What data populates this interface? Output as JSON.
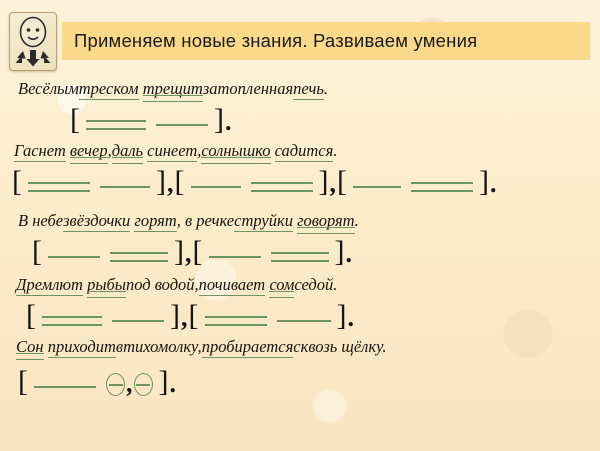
{
  "slide": {
    "background_color": "#fbeecd",
    "title_bar_color": "#fbd98a",
    "accent_line_color": "#6f9263"
  },
  "header": {
    "badge_icon": "face-with-down-arrows-icon",
    "title": "Применяем новые знания. Развиваем умения"
  },
  "exercises": [
    {
      "id": "ex1",
      "sentence_parts": [
        {
          "text": "Весёлым ",
          "underline": "none"
        },
        {
          "text": "треском",
          "underline": "single"
        },
        {
          "text": " ",
          "underline": "none"
        },
        {
          "text": "трещит",
          "underline": "double"
        },
        {
          "text": " затопленная ",
          "underline": "none"
        },
        {
          "text": "печь",
          "underline": "single"
        },
        {
          "text": " .",
          "underline": "none"
        }
      ],
      "scheme": {
        "clauses": [
          {
            "open": "[",
            "close": "]",
            "members": [
              "double",
              "single"
            ]
          }
        ],
        "separators": [],
        "terminal": "."
      }
    },
    {
      "id": "ex2",
      "sentence_parts": [
        {
          "text": "Гаснет",
          "underline": "single"
        },
        {
          "text": " ",
          "underline": "none"
        },
        {
          "text": "вечер",
          "underline": "double"
        },
        {
          "text": ", ",
          "underline": "none"
        },
        {
          "text": "даль",
          "underline": "double"
        },
        {
          "text": " ",
          "underline": "none"
        },
        {
          "text": "синеет",
          "underline": "single"
        },
        {
          "text": ", ",
          "underline": "none"
        },
        {
          "text": "солнышко",
          "underline": "double"
        },
        {
          "text": " ",
          "underline": "none"
        },
        {
          "text": "садится",
          "underline": "single"
        },
        {
          "text": ".",
          "underline": "none"
        }
      ],
      "scheme": {
        "clauses": [
          {
            "open": "[",
            "close": "]",
            "members": [
              "double",
              "single"
            ]
          },
          {
            "open": "[",
            "close": "]",
            "members": [
              "single",
              "double"
            ]
          },
          {
            "open": "[",
            "close": "]",
            "members": [
              "single",
              "double"
            ]
          }
        ],
        "separators": [
          ",",
          ","
        ],
        "terminal": "."
      }
    },
    {
      "id": "ex3",
      "sentence_parts": [
        {
          "text": "В небе ",
          "underline": "none"
        },
        {
          "text": "звёздочки",
          "underline": "single"
        },
        {
          "text": " ",
          "underline": "none"
        },
        {
          "text": "горят",
          "underline": "single"
        },
        {
          "text": ", в речке ",
          "underline": "none"
        },
        {
          "text": "струйки",
          "underline": "single"
        },
        {
          "text": " ",
          "underline": "none"
        },
        {
          "text": "говорят",
          "underline": "double"
        },
        {
          "text": ".",
          "underline": "none"
        }
      ],
      "scheme": {
        "clauses": [
          {
            "open": "[",
            "close": "]",
            "members": [
              "single",
              "double"
            ]
          },
          {
            "open": "[",
            "close": "]",
            "members": [
              "single",
              "double"
            ]
          }
        ],
        "separators": [
          ","
        ],
        "terminal": "."
      }
    },
    {
      "id": "ex4",
      "sentence_parts": [
        {
          "text": "Дремлют",
          "underline": "single"
        },
        {
          "text": " ",
          "underline": "none"
        },
        {
          "text": "рыбы",
          "underline": "double"
        },
        {
          "text": " под водой, ",
          "underline": "none"
        },
        {
          "text": "почивает",
          "underline": "single"
        },
        {
          "text": " ",
          "underline": "none"
        },
        {
          "text": "сом",
          "underline": "double"
        },
        {
          "text": " седой.",
          "underline": "none"
        }
      ],
      "scheme": {
        "clauses": [
          {
            "open": "[",
            "close": "]",
            "members": [
              "double",
              "single"
            ]
          },
          {
            "open": "[",
            "close": "]",
            "members": [
              "double",
              "single"
            ]
          }
        ],
        "separators": [
          ","
        ],
        "terminal": "."
      }
    },
    {
      "id": "ex5",
      "sentence_parts": [
        {
          "text": "Сон",
          "underline": "double"
        },
        {
          "text": " ",
          "underline": "none"
        },
        {
          "text": "приходит",
          "underline": "single"
        },
        {
          "text": " втихомолку, ",
          "underline": "none"
        },
        {
          "text": "пробирается",
          "underline": "single"
        },
        {
          "text": " сквозь щёлку.",
          "underline": "none"
        }
      ],
      "scheme": {
        "clauses": [
          {
            "open": "[",
            "close": "]",
            "members": [
              "single",
              "circle",
              "comma",
              "circle"
            ]
          }
        ],
        "separators": [],
        "terminal": "."
      }
    }
  ]
}
